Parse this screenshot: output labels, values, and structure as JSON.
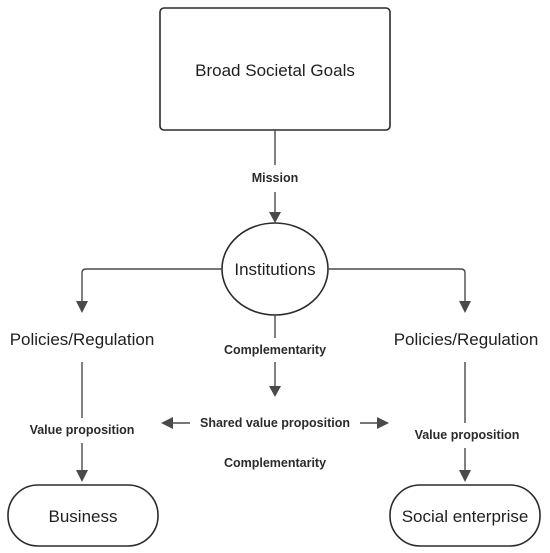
{
  "nodes": {
    "goals": "Broad Societal Goals",
    "institutions": "Institutions",
    "policies_left": "Policies/Regulation",
    "policies_right": "Policies/Regulation",
    "business": "Business",
    "social_enterprise": "Social enterprise"
  },
  "edges": {
    "mission": "Mission",
    "complementarity_top": "Complementarity",
    "value_left": "Value proposition",
    "value_right": "Value proposition",
    "shared_value": "Shared value proposition",
    "complementarity_bottom": "Complementarity"
  },
  "colors": {
    "line": "#4a4a4a",
    "border": "#2b2b2b",
    "text": "#1f1f1f"
  }
}
